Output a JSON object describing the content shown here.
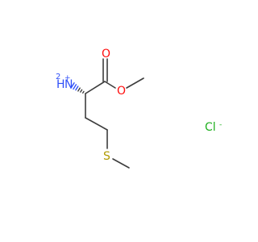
{
  "structure": {
    "atoms": {
      "ammonium": {
        "element": "N",
        "hydrogen": "H",
        "hydrogen_count": "2",
        "charge": "+"
      },
      "carbonyl_oxygen": {
        "element": "O"
      },
      "ester_oxygen": {
        "element": "O"
      },
      "sulfur": {
        "element": "S"
      }
    },
    "counterion": {
      "element": "Cl",
      "charge": "-"
    }
  },
  "colors": {
    "bond": "#3d3d3d",
    "nitrogen": "#3050f8",
    "oxygen": "#ff0d0d",
    "sulfur": "#b09a00",
    "chlorine": "#1fb01f"
  }
}
